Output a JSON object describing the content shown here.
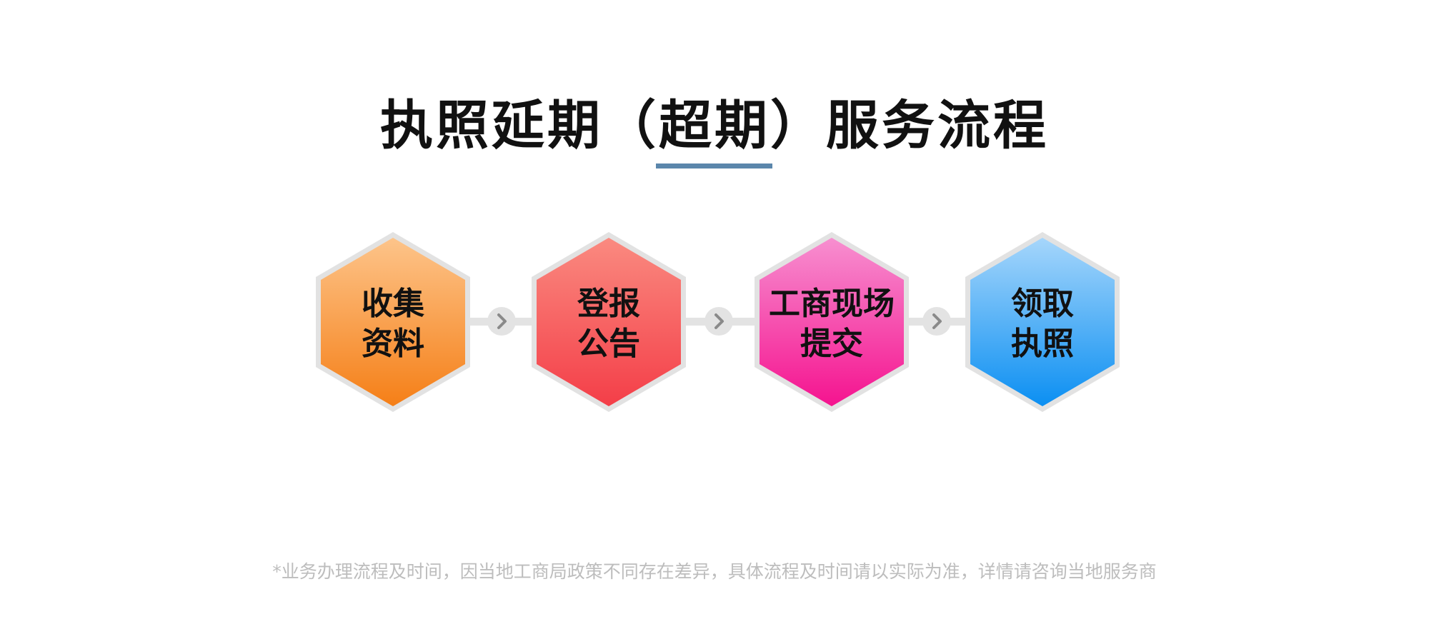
{
  "title": "执照延期（超期）服务流程",
  "accent_color": "#5b86ab",
  "steps": [
    {
      "line1": "收集",
      "line2": "资料",
      "color_top": "#fdc48a",
      "color_bottom": "#f57f17"
    },
    {
      "line1": "登报",
      "line2": "公告",
      "color_top": "#fa8a80",
      "color_bottom": "#f43e48"
    },
    {
      "line1": "工商现场",
      "line2": "提交",
      "color_top": "#f78fd0",
      "color_bottom": "#f5138f"
    },
    {
      "line1": "领取",
      "line2": "执照",
      "color_top": "#a6d6fb",
      "color_bottom": "#0b8ff2"
    }
  ],
  "connector_icon": "chevron-right-icon",
  "footnote": "*业务办理流程及时间，因当地工商局政策不同存在差异，具体流程及时间请以实际为准，详情请咨询当地服务商"
}
